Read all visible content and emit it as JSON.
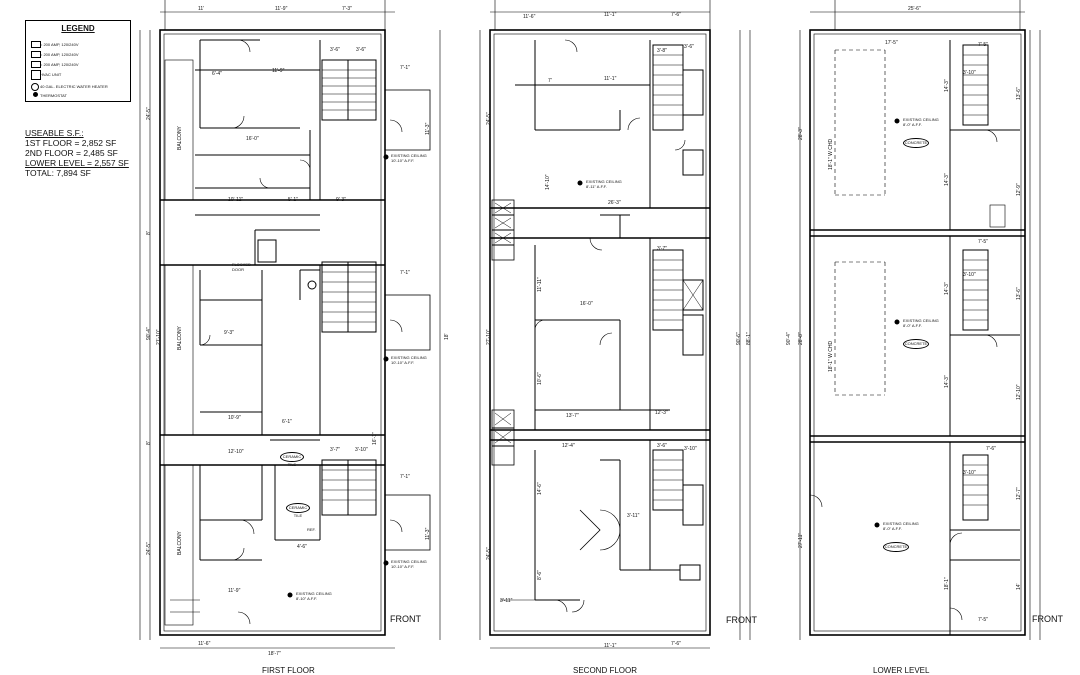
{
  "legend": {
    "title": "LEGEND",
    "items": [
      "= 200 AMP, 120/240V",
      "= 200 AMP, 120/240V",
      "= 200 AMP, 120/240V",
      "HVAC UNIT",
      "40 GAL. ELECTRIC WATER HEATER",
      "THERMOSTAT"
    ]
  },
  "useable": {
    "heading": "USEABLE S.F.:",
    "lines": [
      "1ST FLOOR = 2,852 SF",
      "2ND FLOOR = 2,485 SF",
      "LOWER LEVEL = 2,557 SF",
      "TOTAL:  7,894 SF"
    ]
  },
  "plans": {
    "first": {
      "title": "FIRST FLOOR",
      "front": "FRONT"
    },
    "second": {
      "title": "SECOND FLOOR",
      "front": "FRONT"
    },
    "lower": {
      "title": "LOWER LEVEL",
      "front": "FRONT"
    }
  },
  "first_dims": {
    "d1": "11'",
    "d2": "11'-9\"",
    "d3": "7'-3\"",
    "d4": "6'-4\"",
    "d5": "11'-9\"",
    "d6": "16'-0\"",
    "d7": "10'-11\"",
    "d8": "5'-1\"",
    "d9": "9'-3\"",
    "d10": "9'-3\"",
    "d11": "10'-9\"",
    "d12": "12'-10\"",
    "d13": "6'-1\"",
    "d14": "11'-9\"",
    "d15": "3'-6\"",
    "d16": "3'-6\"",
    "d17": "7'-1\"",
    "d18": "3'-7\"",
    "d19": "3'-10\"",
    "d20": "4'-6\"",
    "d21": "18'-7\"",
    "d22": "11'-6\"",
    "d23": "11'-3\"",
    "d24": "16'-1\"",
    "d25": "90'-4\"",
    "d26": "21'-10\"",
    "d27": "24'-5\"",
    "d28": "18'",
    "d29": "8'",
    "d30": "8'",
    "d31": "7'-1\"",
    "d32": "7'-1\""
  },
  "first_labels": {
    "closet1": "FLOCKED DOOR",
    "ceiling1": "EXISTING CEILING",
    "ceiling1b": "10'-10\" A.F.F.",
    "ceiling2": "EXISTING CEILING",
    "ceiling2b": "10'-10\" A.F.F.",
    "ceiling3": "EXISTING CEILING",
    "ceiling3b": "8'-10\" A.F.F.",
    "ceramic1": "CERAMIC TILE",
    "ceramic2": "CERAMIC TILE",
    "ref": "REF.",
    "balcony": "BALCONY"
  },
  "second_dims": {
    "d1": "11'-6\"",
    "d2": "11'-1\"",
    "d3": "7'-6\"",
    "d4": "11'-1\"",
    "d5": "7'",
    "d6": "26'-3\"",
    "d7": "16'-0\"",
    "d8": "13'-7\"",
    "d9": "12'-3\"",
    "d10": "12'-4\"",
    "d11": "3'-11\"",
    "d12": "11'-1\"",
    "d13": "7'-6\"",
    "d14": "14'-10\"",
    "d15": "11'-11\"",
    "d16": "10'-6\"",
    "d17": "14'-6\"",
    "d18": "8'-6\"",
    "d19": "88'-1\"",
    "d20": "27'-10\"",
    "d21": "24'-5\"",
    "d22": "90'-6\"",
    "d23": "3'-11\"",
    "d24": "3'-8\"",
    "d25": "3'-6\"",
    "d26": "3'-7\"",
    "d27": "3'-10\"",
    "d28": "3'-6\""
  },
  "second_labels": {
    "ceiling1": "EXISTING CEILING",
    "ceiling1b": "8'-11\" A.F.F."
  },
  "lower_dims": {
    "d1": "25'-6\"",
    "d2": "17'-5\"",
    "d3": "7'-5\"",
    "d4": "3'-10\"",
    "d5": "14'-3\"",
    "d6": "14'-3\"",
    "d7": "18'-1\" W CHD",
    "d8": "18'-1\" W CHD",
    "d9": "28'-3\"",
    "d10": "28'-8\"",
    "d11": "90'-4\"",
    "d12": "7'-5\"",
    "d13": "3'-10\"",
    "d14": "14'-3\"",
    "d15": "14'-3\"",
    "d16": "7'-6\"",
    "d17": "3'-10\"",
    "d18": "27'-11\"",
    "d19": "18'-1\"",
    "d20": "7'-5\"",
    "d21": "13'-6\"",
    "d22": "13'-6\"",
    "d23": "12'-9\"",
    "d24": "12'-10\"",
    "d25": "12'-7\"",
    "d26": "14'"
  },
  "lower_labels": {
    "ceiling1": "EXISTING CEILING",
    "ceiling1b": "8'-0\" A.F.F.",
    "ceiling2": "EXISTING CEILING",
    "ceiling2b": "8'-0\" A.F.F.",
    "ceiling3": "EXISTING CEILING",
    "ceiling3b": "8'-0\" A.F.F.",
    "concrete1": "CONCRETE",
    "concrete2": "CONCRETE",
    "concrete3": "CONCRETE"
  }
}
